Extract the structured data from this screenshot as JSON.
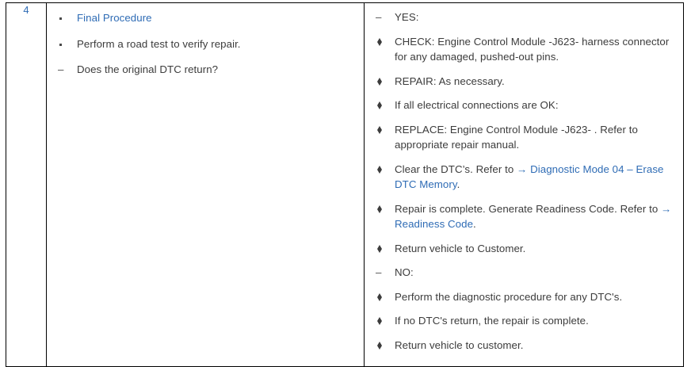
{
  "table": {
    "step": {
      "number": "4"
    },
    "action_items": [
      {
        "marker": "dot",
        "style": "link",
        "text": "Final Procedure"
      },
      {
        "marker": "dot",
        "style": "plain",
        "text": "Perform a road test to verify repair."
      },
      {
        "marker": "dash",
        "style": "plain",
        "text": "Does the original DTC return?"
      }
    ],
    "result_items": [
      {
        "marker": "dash",
        "segments": [
          {
            "style": "plain",
            "text": "YES:"
          }
        ]
      },
      {
        "marker": "diamond",
        "segments": [
          {
            "style": "plain",
            "text": "CHECK: Engine Control Module -J623- harness connector for any damaged, pushed-out pins."
          }
        ]
      },
      {
        "marker": "diamond",
        "segments": [
          {
            "style": "plain",
            "text": "REPAIR: As necessary."
          }
        ]
      },
      {
        "marker": "diamond",
        "segments": [
          {
            "style": "plain",
            "text": "If all electrical connections are OK:"
          }
        ]
      },
      {
        "marker": "diamond",
        "segments": [
          {
            "style": "plain",
            "text": "REPLACE: Engine Control Module -J623- . Refer to appropriate repair manual."
          }
        ]
      },
      {
        "marker": "diamond",
        "segments": [
          {
            "style": "plain",
            "text": "Clear the DTC’s. Refer to "
          },
          {
            "style": "link",
            "text": "→ Diagnostic Mode 04 – Erase DTC Memory"
          },
          {
            "style": "plain",
            "text": "."
          }
        ]
      },
      {
        "marker": "diamond",
        "segments": [
          {
            "style": "plain",
            "text": "Repair is complete. Generate Readiness Code. Refer to "
          },
          {
            "style": "link",
            "text": "→ Readiness Code"
          },
          {
            "style": "plain",
            "text": "."
          }
        ]
      },
      {
        "marker": "diamond",
        "segments": [
          {
            "style": "plain",
            "text": "Return vehicle to Customer."
          }
        ]
      },
      {
        "marker": "dash",
        "segments": [
          {
            "style": "plain",
            "text": "NO:"
          }
        ]
      },
      {
        "marker": "diamond",
        "segments": [
          {
            "style": "plain",
            "text": "Perform the diagnostic procedure for any DTC's."
          }
        ]
      },
      {
        "marker": "diamond",
        "segments": [
          {
            "style": "plain",
            "text": "If no DTC's return, the repair is complete."
          }
        ]
      },
      {
        "marker": "diamond",
        "segments": [
          {
            "style": "plain",
            "text": "Return vehicle to customer."
          }
        ]
      }
    ]
  },
  "colors": {
    "link": "#2f6cb5",
    "text": "#3c3c3c",
    "border": "#000000",
    "background": "#ffffff"
  }
}
